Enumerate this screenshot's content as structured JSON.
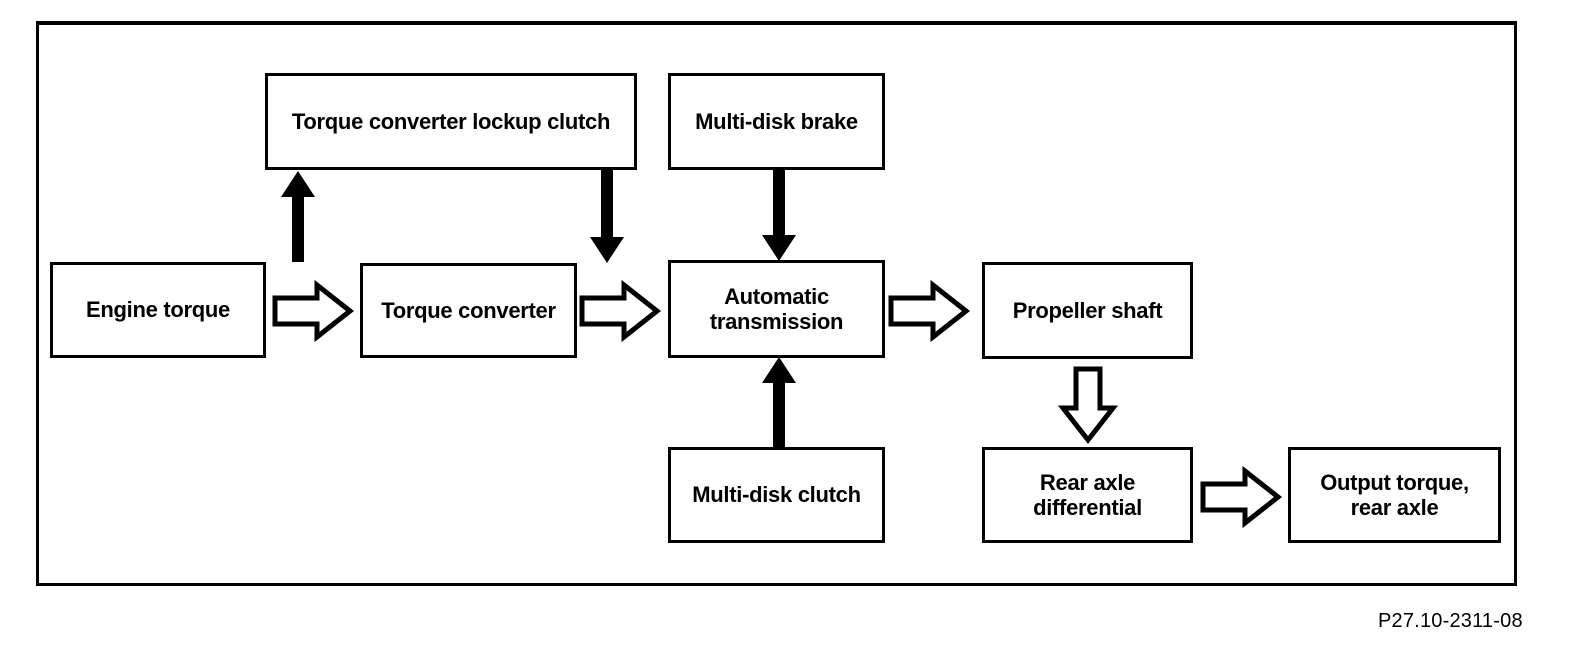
{
  "figure": {
    "caption": "P27.10-2311-08",
    "ink_color": "#000000",
    "background_color": "#ffffff"
  },
  "boxes": [
    {
      "id": "torque-converter-lockup-clutch",
      "lines": [
        "Torque converter lockup clutch"
      ]
    },
    {
      "id": "multi-disk-brake",
      "lines": [
        "Multi-disk brake"
      ]
    },
    {
      "id": "engine-torque",
      "lines": [
        "Engine torque"
      ]
    },
    {
      "id": "torque-converter",
      "lines": [
        "Torque converter"
      ]
    },
    {
      "id": "automatic-transmission",
      "lines": [
        "Automatic",
        "transmission"
      ]
    },
    {
      "id": "propeller-shaft",
      "lines": [
        "Propeller shaft"
      ]
    },
    {
      "id": "multi-disk-clutch",
      "lines": [
        "Multi-disk clutch"
      ]
    },
    {
      "id": "rear-axle-differential",
      "lines": [
        "Rear axle",
        "differential"
      ]
    },
    {
      "id": "output-torque-rear-axle",
      "lines": [
        "Output torque,",
        "rear axle"
      ]
    }
  ],
  "arrows": [
    {
      "from": "engine-torque",
      "to": "torque-converter",
      "style": "hollow",
      "direction": "right"
    },
    {
      "from": "torque-converter",
      "to": "automatic-transmission",
      "style": "hollow",
      "direction": "right"
    },
    {
      "from": "automatic-transmission",
      "to": "propeller-shaft",
      "style": "hollow",
      "direction": "right"
    },
    {
      "from": "propeller-shaft",
      "to": "rear-axle-differential",
      "style": "hollow",
      "direction": "down"
    },
    {
      "from": "rear-axle-differential",
      "to": "output-torque-rear-axle",
      "style": "hollow",
      "direction": "right"
    },
    {
      "from": "flow-path",
      "to": "torque-converter-lockup-clutch",
      "style": "solid",
      "direction": "up"
    },
    {
      "from": "torque-converter-lockup-clutch",
      "to": "flow-path",
      "style": "solid",
      "direction": "down"
    },
    {
      "from": "multi-disk-brake",
      "to": "automatic-transmission",
      "style": "solid",
      "direction": "down"
    },
    {
      "from": "multi-disk-clutch",
      "to": "automatic-transmission",
      "style": "solid",
      "direction": "up"
    }
  ]
}
